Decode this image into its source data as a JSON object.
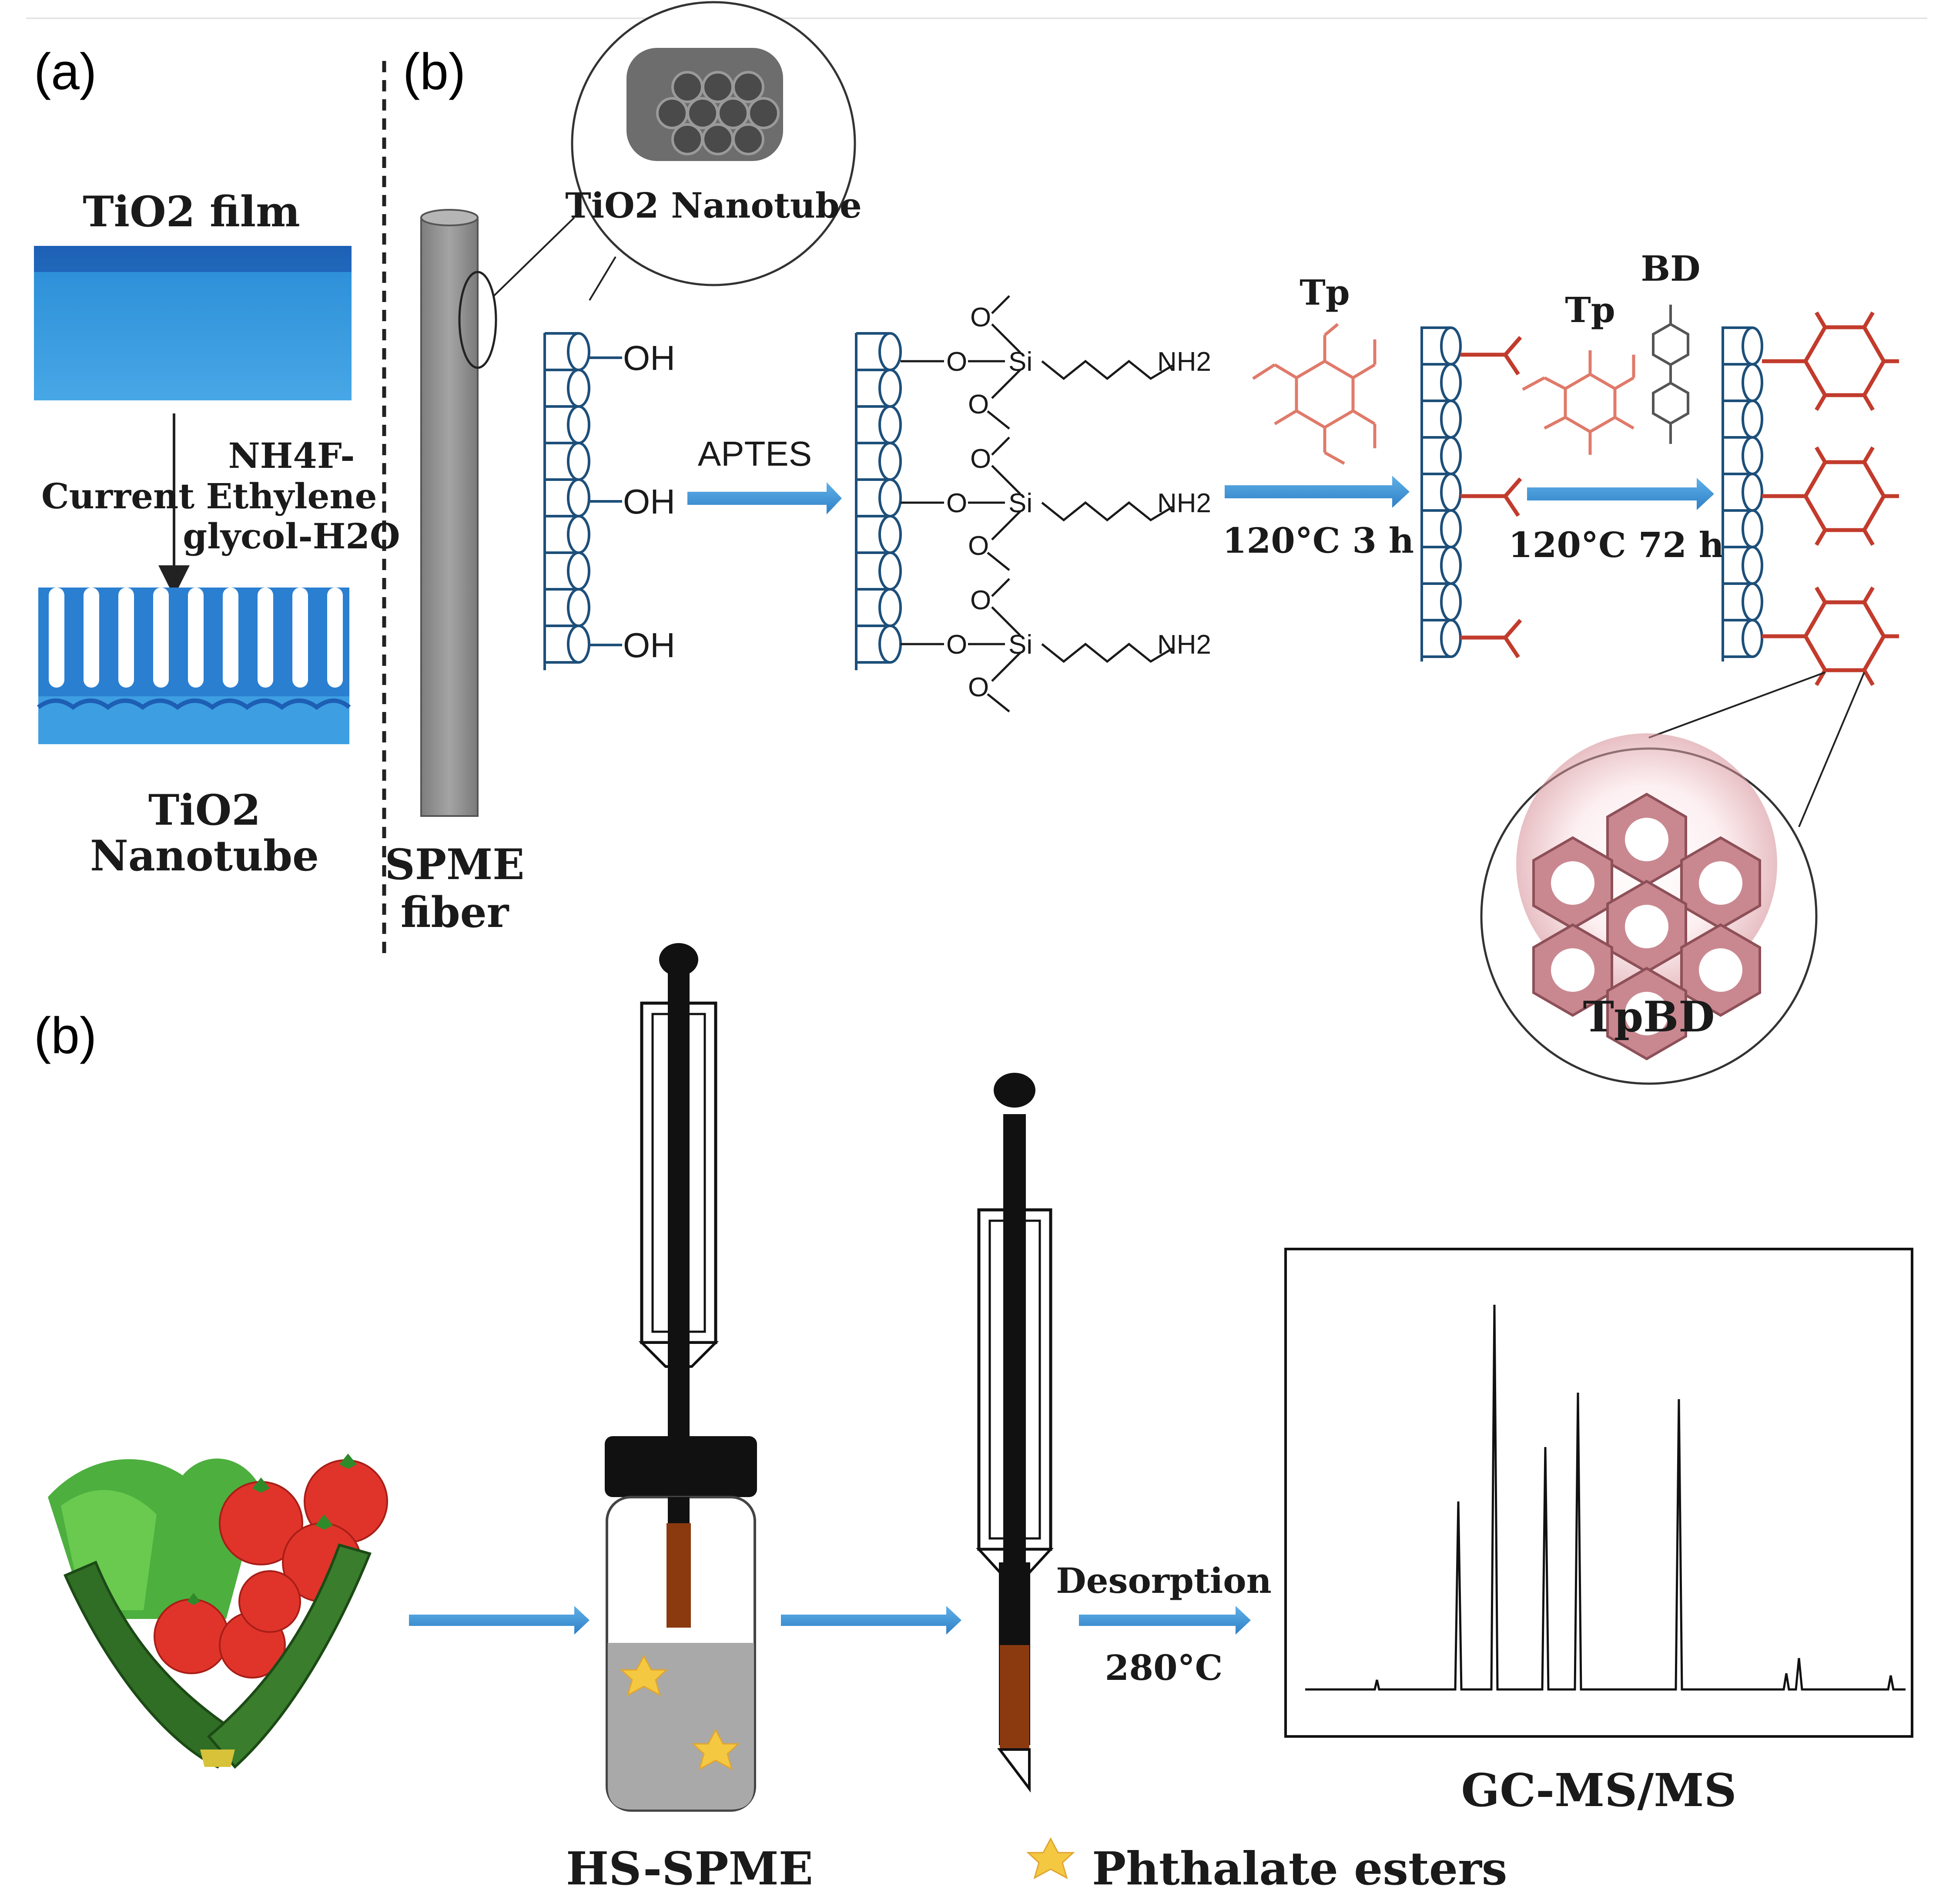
{
  "panel_labels": {
    "a": "(a)",
    "b_top": "(b)",
    "b_bottom": "(b)"
  },
  "panel_a": {
    "film_label": "TiO2 film",
    "current_label": "Current",
    "electrolyte_line1": "NH4F-",
    "electrolyte_line2": "Ethylene",
    "electrolyte_line3": "glycol-H2O",
    "nanotube_line1": "TiO2",
    "nanotube_line2": "Nanotube"
  },
  "panel_b": {
    "inset_label": "TiO2 Nanotube",
    "fiber_line1": "SPME",
    "fiber_line2": "fiber",
    "oh": "OH",
    "aptes": "APTES",
    "o": "O",
    "si": "Si",
    "nh2": "NH2",
    "step1_reagent": "Tp",
    "step1_conditions": "120°C  3 h",
    "step2_reagent1": "Tp",
    "step2_reagent2": "BD",
    "step2_conditions": "120°C  72 h",
    "product_label": "TpBD"
  },
  "workflow": {
    "hs_spme_label": "HS-SPME",
    "desorption_label": "Desorption",
    "desorption_temp": "280°C",
    "gc_label": "GC-MS/MS",
    "legend_label": "Phthalate esters"
  },
  "colors": {
    "blue_film": "#2f8fd8",
    "blue_dark": "#1a5fb0",
    "arrow_blue": "#3a95d6",
    "tube_outline": "#1d4f7a",
    "red_cof": "#c23b2c",
    "tp_molecule": "#e07a6a",
    "fiber_coating": "#8b3a10",
    "star": "#f5c842"
  }
}
